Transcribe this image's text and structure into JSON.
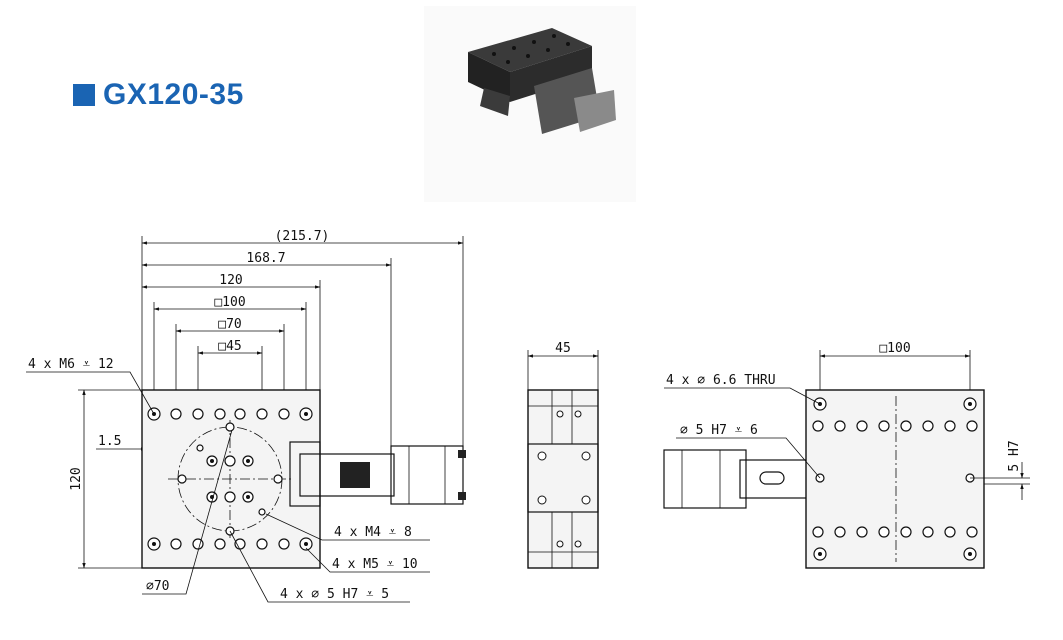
{
  "header": {
    "model_title": "GX120-35",
    "accent_color": "#1a64b3"
  },
  "front_view": {
    "dim_overall": "(215.7)",
    "dim_motor_end": "168.7",
    "dim_stage_width": "120",
    "dim_square_100": "□100",
    "dim_square_70": "□70",
    "dim_square_45": "□45",
    "dim_height": "120",
    "dim_offset": "1.5",
    "callout_m6": "4 x M6 ⩡ 12",
    "callout_m4": "4 x M4 ⩡ 8",
    "callout_m5": "4 x M5 ⩡ 10",
    "callout_dowel": "4 x ∅ 5 H7 ⩡ 5",
    "callout_circle": "∅70"
  },
  "side_view": {
    "dim_thickness": "45"
  },
  "bottom_view": {
    "dim_square_100": "□100",
    "callout_thru": "4 x ∅ 6.6 THRU",
    "callout_dowel": "∅ 5 H7 ⩡ 6",
    "dim_dowel_offset": "5 H7"
  }
}
